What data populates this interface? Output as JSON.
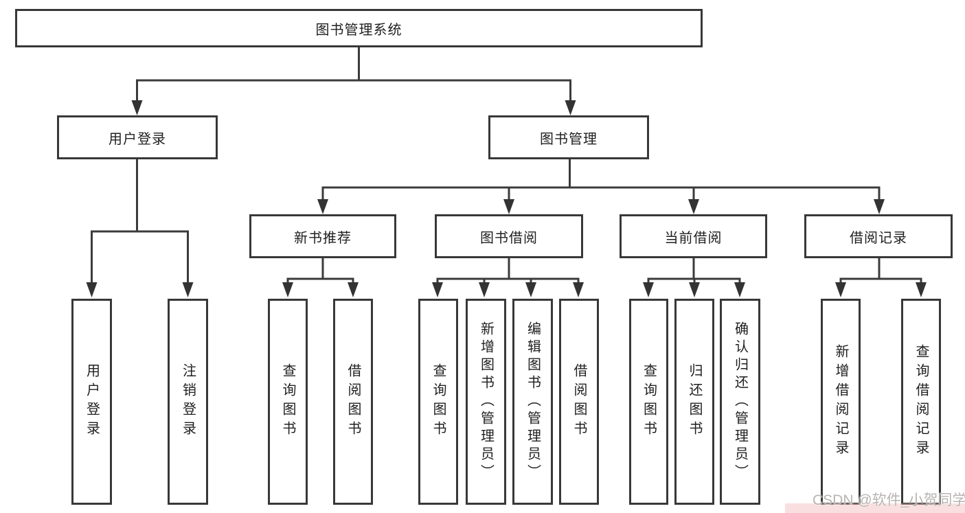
{
  "tree": {
    "root": {
      "label": "图书管理系统"
    },
    "branches": [
      {
        "label": "用户登录",
        "children": [
          {
            "label": "用户登录"
          },
          {
            "label": "注销登录"
          }
        ]
      },
      {
        "label": "图书管理",
        "children": [
          {
            "label": "新书推荐",
            "children": [
              {
                "label": "查询图书"
              },
              {
                "label": "借阅图书"
              }
            ]
          },
          {
            "label": "图书借阅",
            "children": [
              {
                "label": "查询图书"
              },
              {
                "label": "新增图书（管理员）"
              },
              {
                "label": "编辑图书（管理员）"
              },
              {
                "label": "借阅图书"
              }
            ]
          },
          {
            "label": "当前借阅",
            "children": [
              {
                "label": "查询图书"
              },
              {
                "label": "归还图书"
              },
              {
                "label": "确认归还（管理员）"
              }
            ]
          },
          {
            "label": "借阅记录",
            "children": [
              {
                "label": "新增借阅记录"
              },
              {
                "label": "查询借阅记录"
              }
            ]
          }
        ]
      }
    ]
  },
  "watermark": {
    "text": "CSDN @软件_小贺同学"
  },
  "colors": {
    "line": "#3b3b3b",
    "box_border": "#383838",
    "box_fill": "#ffffff",
    "text": "#1f1f1f",
    "background": "#ffffff",
    "watermark_text": "#b9b3b3",
    "watermark_accent": "#f2b8b8"
  }
}
